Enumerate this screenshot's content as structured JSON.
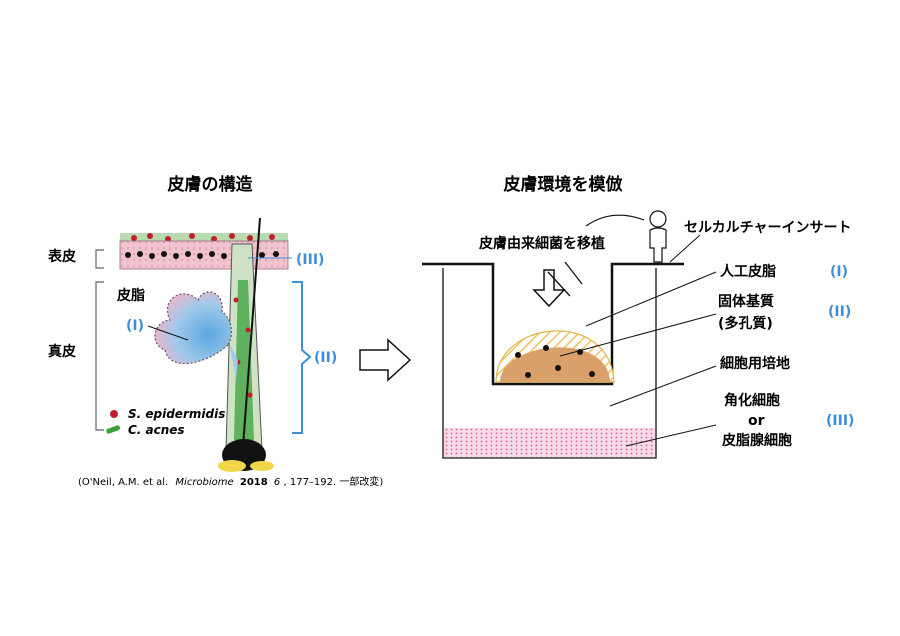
{
  "left_title": "皮膚の構造",
  "right_title": "皮膚環境を模倣",
  "left": {
    "epidermis": "表皮",
    "dermis": "真皮",
    "sebaceous": "皮脂",
    "roman1": "(I)",
    "roman2": "(II)",
    "roman3": "(III)",
    "legend": [
      {
        "name": "S. epidermidis",
        "color": "#c0202a"
      },
      {
        "name": "C. acnes",
        "color": "#3aa13a"
      }
    ]
  },
  "citation": {
    "authors": "(O'Neil, A.M. et al.",
    "journal": "Microbiome",
    "year": "2018",
    "volume": "6",
    "pages": ", 177–192. 一部改変)"
  },
  "right": {
    "transplant": "皮膚由来細菌を移植",
    "insert": "セルカルチャーインサート",
    "artificial_sebum": "人工皮脂",
    "solid_substrate": "固体基質",
    "porous": "(多孔質)",
    "medium": "細胞用培地",
    "keratinocyte": "角化細胞",
    "or": "or",
    "sebocyte": "皮脂腺細胞",
    "roman1": "(I)",
    "roman2": "(II)",
    "roman3": "(III)"
  },
  "colors": {
    "accent_blue": "#3d8fd6",
    "sebum_yellow": "#f2c25a",
    "substrate_tan": "#d9a06a",
    "cell_pink": "#e07aa6"
  }
}
